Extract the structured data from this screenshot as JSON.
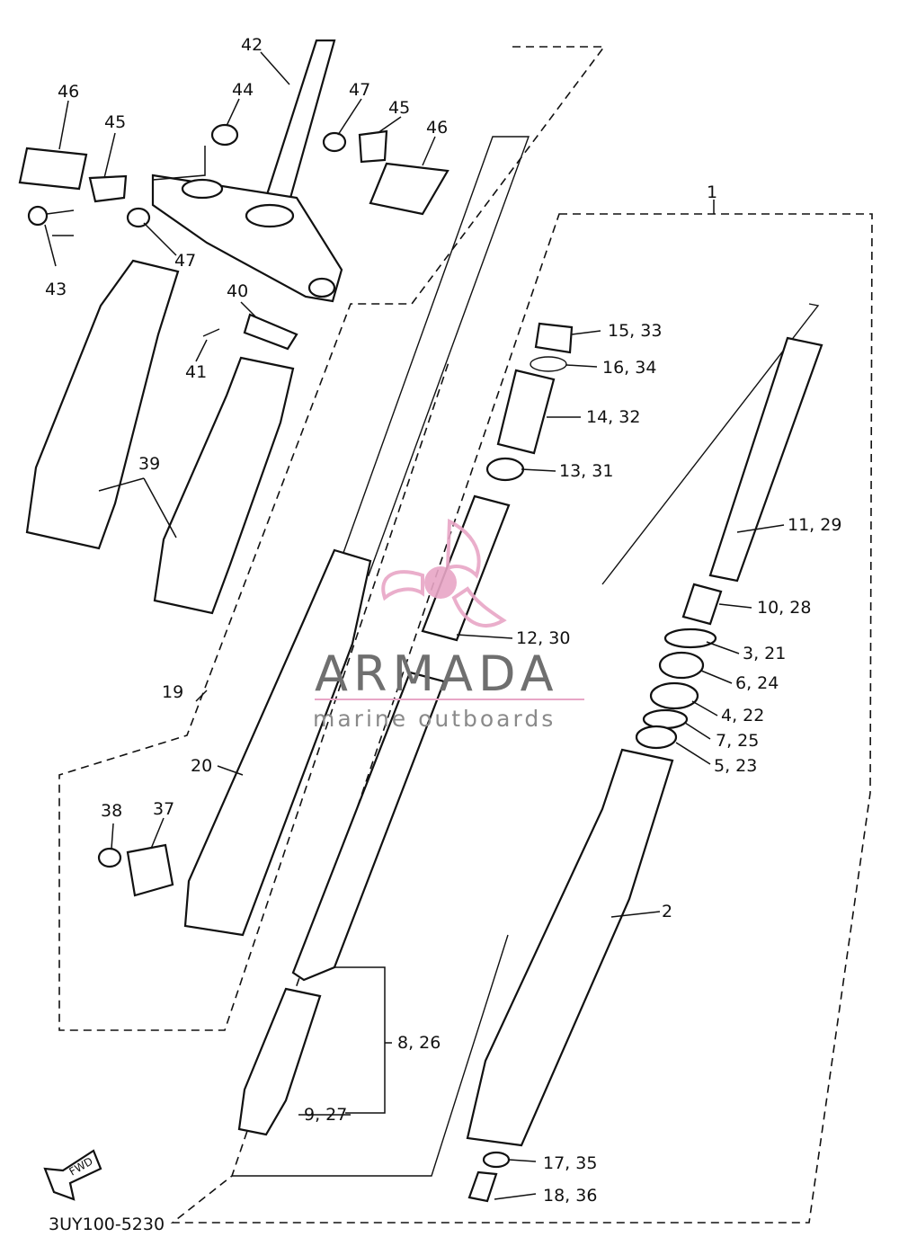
{
  "diagram_code": "3UY100-5230",
  "fwd_label": "FWD",
  "watermark": {
    "title": "ARMADA",
    "subtitle": "marine outboards",
    "logo_color": "#e8a6c6",
    "text_color": "#6f6f6f"
  },
  "labels": {
    "p1": "1",
    "p2": "2",
    "p3_21": "3, 21",
    "p4_22": "4, 22",
    "p5_23": "5, 23",
    "p6_24": "6, 24",
    "p7_25": "7, 25",
    "p8_26": "8, 26",
    "p9_27": "9, 27",
    "p10_28": "10, 28",
    "p11_29": "11, 29",
    "p12_30": "12, 30",
    "p13_31": "13, 31",
    "p14_32": "14, 32",
    "p15_33": "15, 33",
    "p16_34": "16, 34",
    "p17_35": "17, 35",
    "p18_36": "18, 36",
    "p19": "19",
    "p20": "20",
    "p37": "37",
    "p38": "38",
    "p39": "39",
    "p40": "40",
    "p41": "41",
    "p42": "42",
    "p43": "43",
    "p44": "44",
    "p45a": "45",
    "p45b": "45",
    "p46a": "46",
    "p46b": "46",
    "p47a": "47",
    "p47b": "47"
  }
}
